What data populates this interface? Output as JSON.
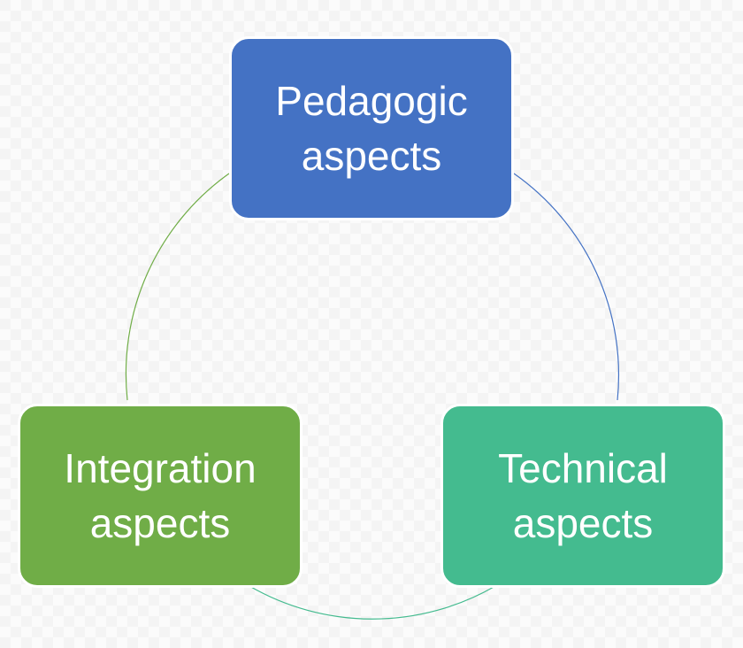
{
  "diagram": {
    "nodes": [
      {
        "id": "pedagogic",
        "label": "Pedagogic\naspects",
        "color": "#4472c4"
      },
      {
        "id": "integration",
        "label": "Integration\naspects",
        "color": "#70ad47"
      },
      {
        "id": "technical",
        "label": "Technical\naspects",
        "color": "#44bb8f"
      }
    ],
    "connectors": [
      {
        "from": "pedagogic",
        "to": "technical",
        "color": "#4472c4"
      },
      {
        "from": "technical",
        "to": "integration",
        "color": "#44bb8f"
      },
      {
        "from": "integration",
        "to": "pedagogic",
        "color": "#70ad47"
      }
    ]
  }
}
